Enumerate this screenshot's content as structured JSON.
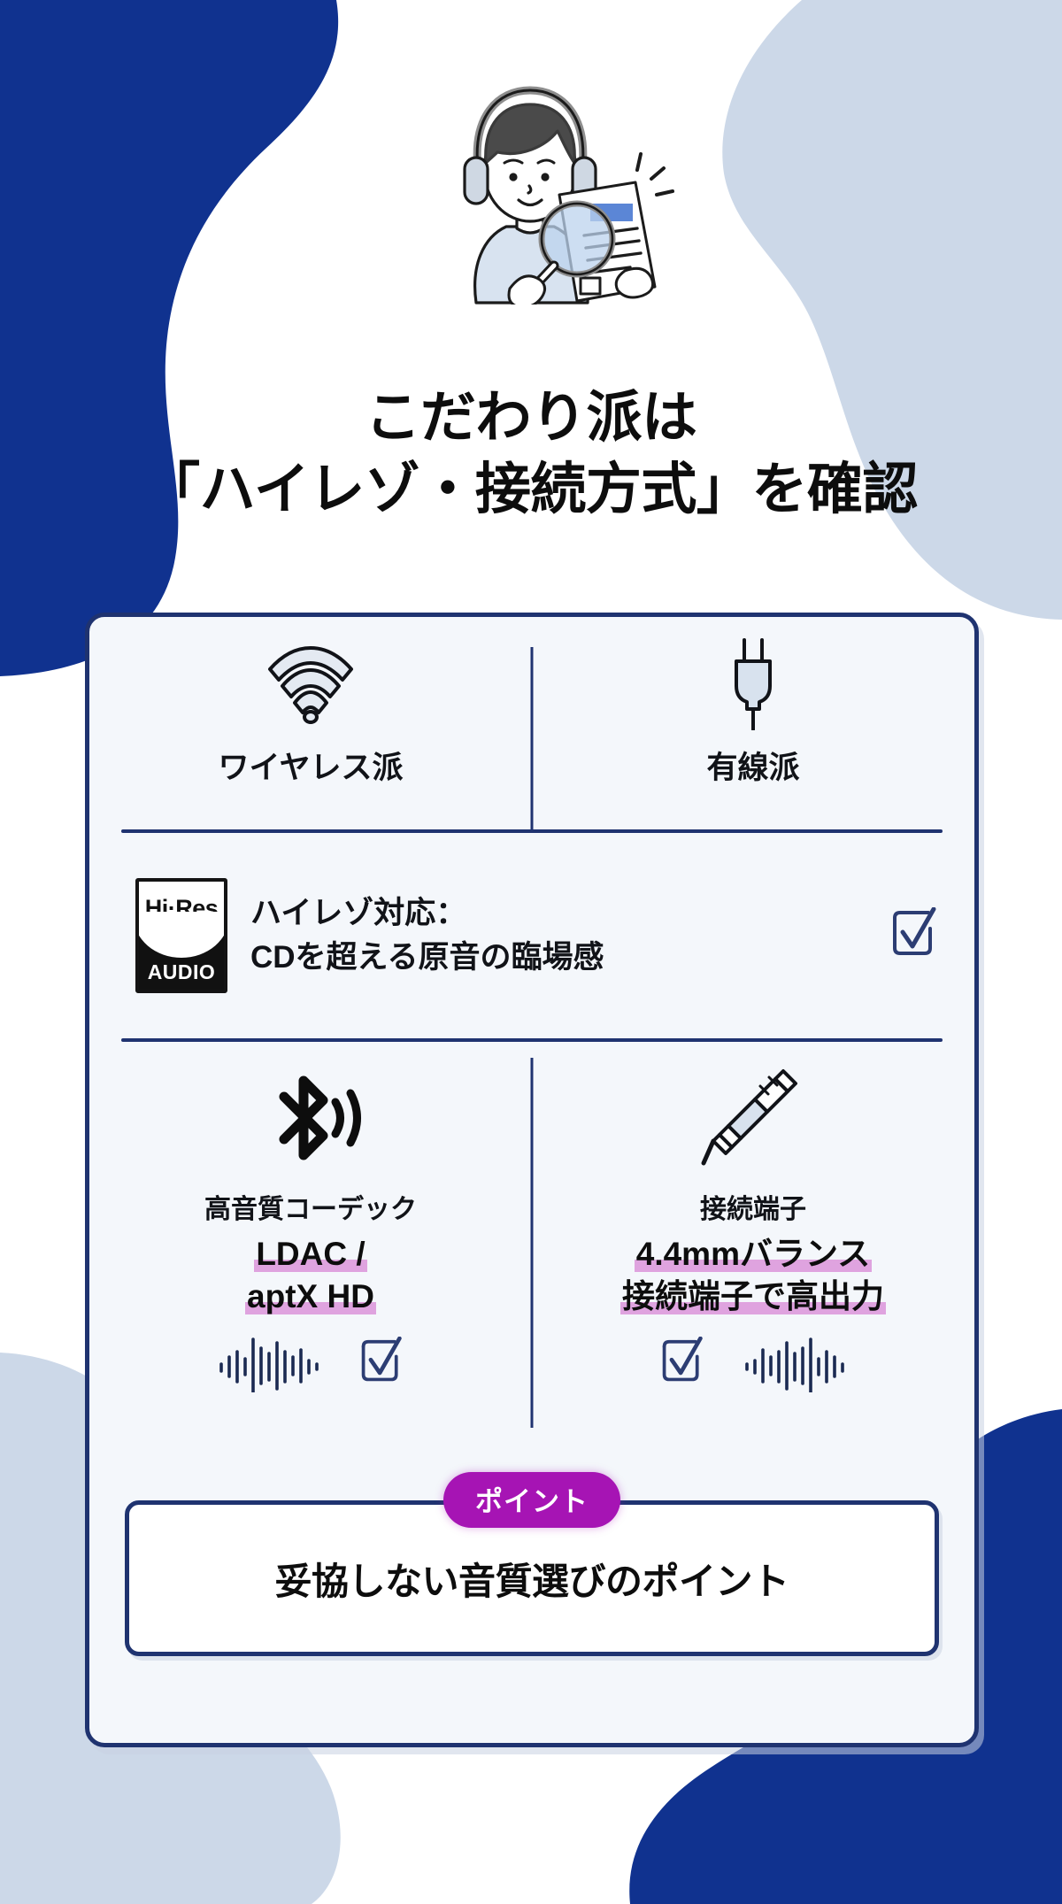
{
  "headline": {
    "line1": "こだわり派は",
    "line2": "「ハイレゾ・接続方式」を確認"
  },
  "card": {
    "modes": [
      {
        "label": "ワイヤレス派",
        "icon": "wifi-icon"
      },
      {
        "label": "有線派",
        "icon": "power-plug-icon"
      }
    ],
    "hires": {
      "logo_top": "Hi·Res",
      "logo_bottom": "AUDIO",
      "line1": "ハイレゾ対応：",
      "line2": "CDを超える原音の臨場感",
      "checked": true
    },
    "specs": [
      {
        "icon": "bluetooth-icon",
        "kicker": "高音質コーデック",
        "highlight_line1": "LDAC /",
        "highlight_line2": "aptX HD",
        "checked": true
      },
      {
        "icon": "audio-jack-icon",
        "kicker": "接続端子",
        "highlight_line1": "4.4mmバランス",
        "highlight_line2": "接続端子で高出力",
        "checked": true
      }
    ],
    "point_badge": "ポイント",
    "point_text": "妥協しない音質選びのポイント"
  },
  "colors": {
    "navy_blob": "#10328F",
    "pale_blue_blob": "#CCD8E8",
    "card_border": "#1F3370",
    "card_fill": "#F4F7FB",
    "highlight_marker": "#DFA3DF",
    "badge_magenta": "#A614B4",
    "text_dark": "#0D0D0D"
  }
}
